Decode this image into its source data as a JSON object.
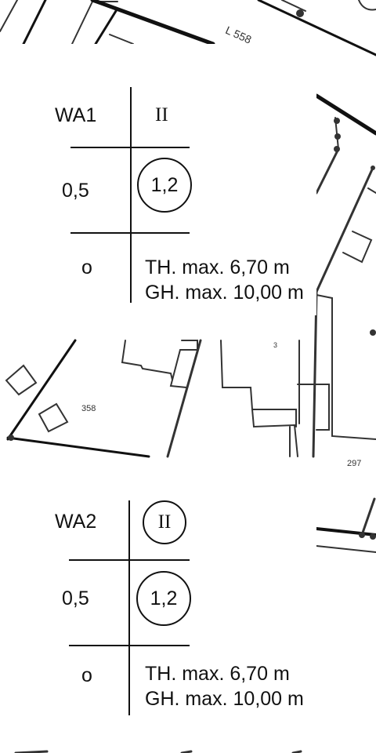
{
  "map": {
    "road_label": "L 558",
    "parcel_numbers": [
      "358",
      "3",
      "297"
    ]
  },
  "zones": [
    {
      "zone": "WA1",
      "floors": "II",
      "grz": "0,5",
      "gfz": "1,2",
      "building_type": "o",
      "th": "TH. max. 6,70 m",
      "gh": "GH. max. 10,00 m"
    },
    {
      "zone": "WA2",
      "floors": "II",
      "grz": "0,5",
      "gfz": "1,2",
      "building_type": "o",
      "th": "TH. max. 6,70 m",
      "gh": "GH. max. 10,00 m"
    }
  ]
}
